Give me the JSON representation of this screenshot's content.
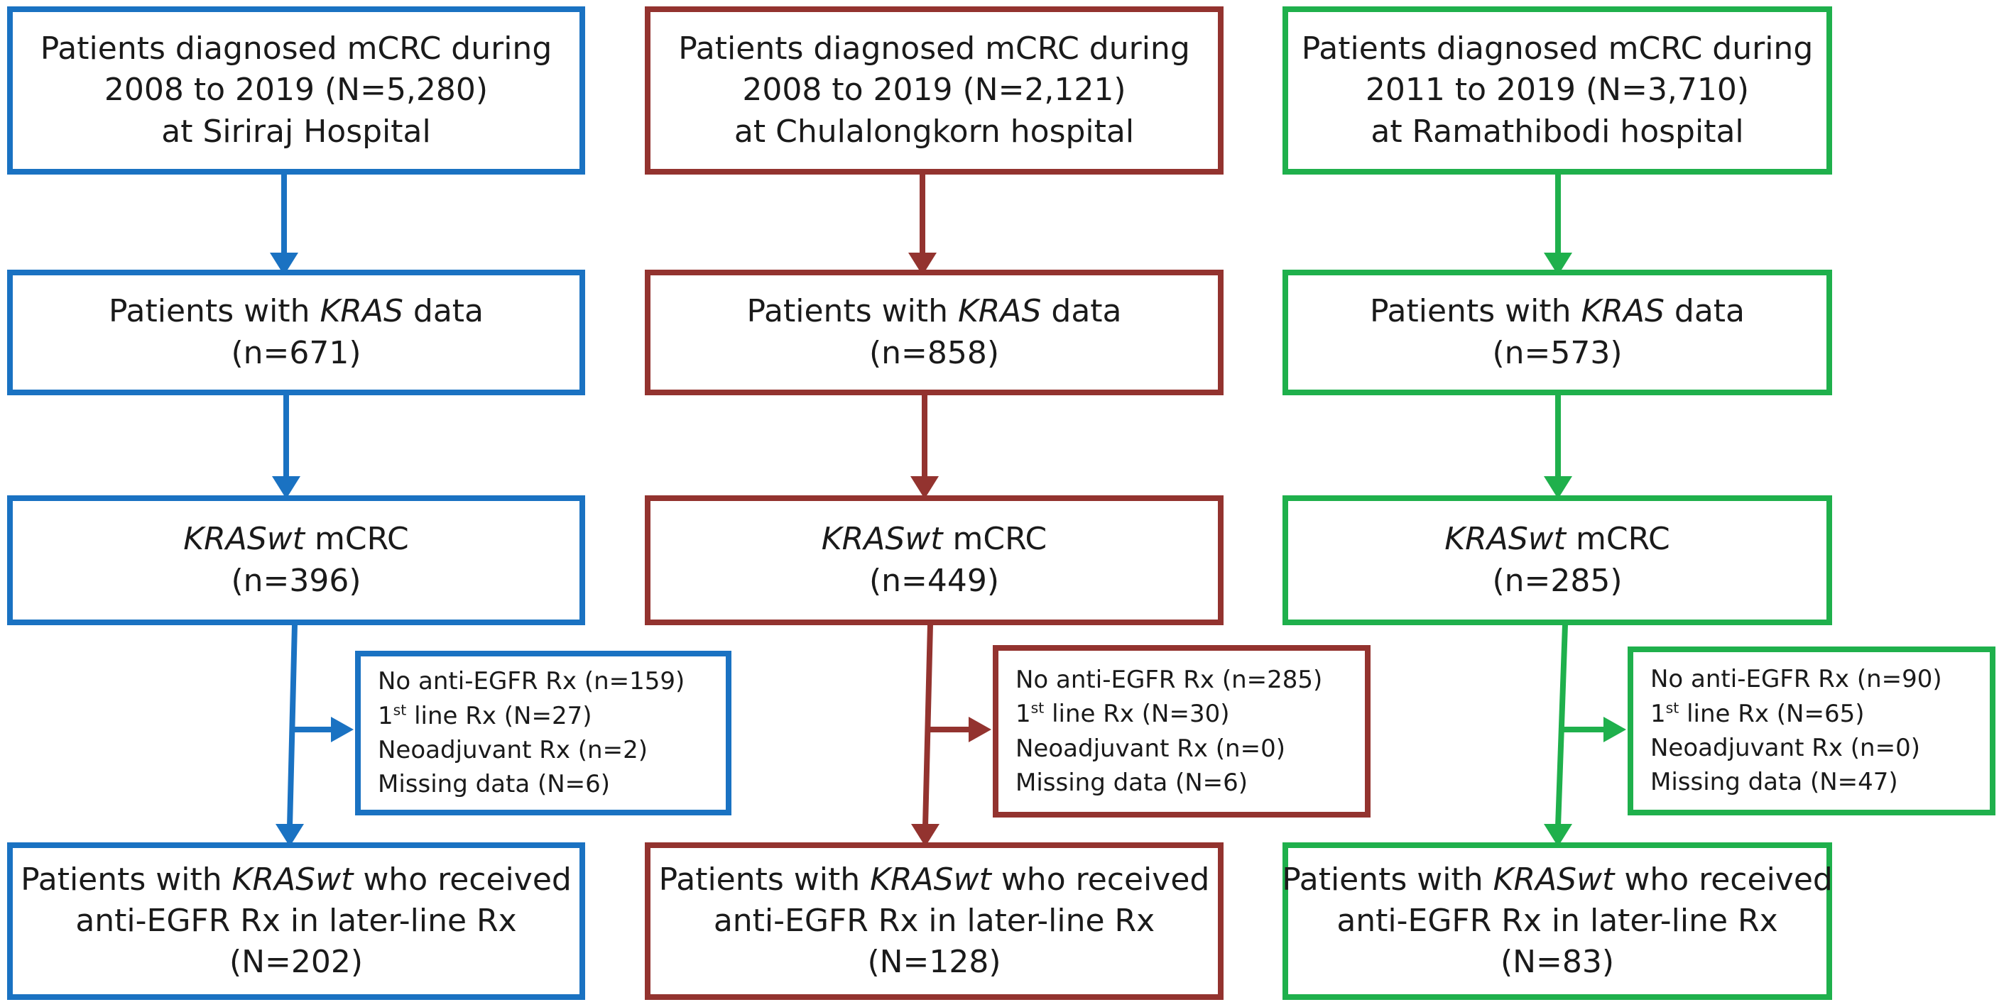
{
  "colors": {
    "siriraj": "#1a72c2",
    "chula": "#93332f",
    "rama": "#1fb04c"
  },
  "columns": [
    {
      "id": "siriraj",
      "top": [
        "Patients diagnosed mCRC during",
        "2008 to 2019 (N=5,280)",
        "at Siriraj Hospital"
      ],
      "kras": {
        "prefix": "Patients with ",
        "gene": "KRAS",
        "suffix": " data",
        "count": "(n=671)"
      },
      "wt": {
        "gene": "KRASwt",
        "suffix": " mCRC",
        "count": "(n=396)"
      },
      "excluded": {
        "no_anti_egfr": "No anti-EGFR Rx (n=159)",
        "first_line_num": "1",
        "first_line_sup": "st",
        "first_line_rest": " line Rx (N=27)",
        "neoadjuvant": "Neoadjuvant Rx (n=2)",
        "missing": "Missing data (N=6)"
      },
      "final": {
        "prefix": "Patients with ",
        "gene": "KRASwt",
        "suffix": " who received",
        "line2": "anti-EGFR Rx in later-line Rx",
        "count": "(N=202)"
      }
    },
    {
      "id": "chula",
      "top": [
        "Patients diagnosed mCRC during",
        "2008 to 2019 (N=2,121)",
        "at Chulalongkorn hospital"
      ],
      "kras": {
        "prefix": "Patients with ",
        "gene": "KRAS",
        "suffix": " data",
        "count": "(n=858)"
      },
      "wt": {
        "gene": "KRASwt",
        "suffix": " mCRC",
        "count": "(n=449)"
      },
      "excluded": {
        "no_anti_egfr": "No anti-EGFR Rx (n=285)",
        "first_line_num": "1",
        "first_line_sup": "st",
        "first_line_rest": " line Rx (N=30)",
        "neoadjuvant": "Neoadjuvant Rx (n=0)",
        "missing": "Missing data (N=6)"
      },
      "final": {
        "prefix": "Patients with ",
        "gene": "KRASwt",
        "suffix": " who received",
        "line2": "anti-EGFR Rx in later-line Rx",
        "count": "(N=128)"
      }
    },
    {
      "id": "rama",
      "top": [
        "Patients diagnosed mCRC during",
        "2011 to 2019 (N=3,710)",
        "at Ramathibodi hospital"
      ],
      "kras": {
        "prefix": "Patients with ",
        "gene": "KRAS",
        "suffix": " data",
        "count": "(n=573)"
      },
      "wt": {
        "gene": "KRASwt",
        "suffix": " mCRC",
        "count": "(n=285)"
      },
      "excluded": {
        "no_anti_egfr": "No anti-EGFR Rx (n=90)",
        "first_line_num": "1",
        "first_line_sup": "st",
        "first_line_rest": " line Rx (N=65)",
        "neoadjuvant": "Neoadjuvant Rx (n=0)",
        "missing": "Missing data (N=47)"
      },
      "final": {
        "prefix": "Patients with ",
        "gene": "KRASwt",
        "suffix": " who received",
        "line2": "anti-EGFR Rx in later-line Rx",
        "count": "(N=83)"
      }
    }
  ]
}
